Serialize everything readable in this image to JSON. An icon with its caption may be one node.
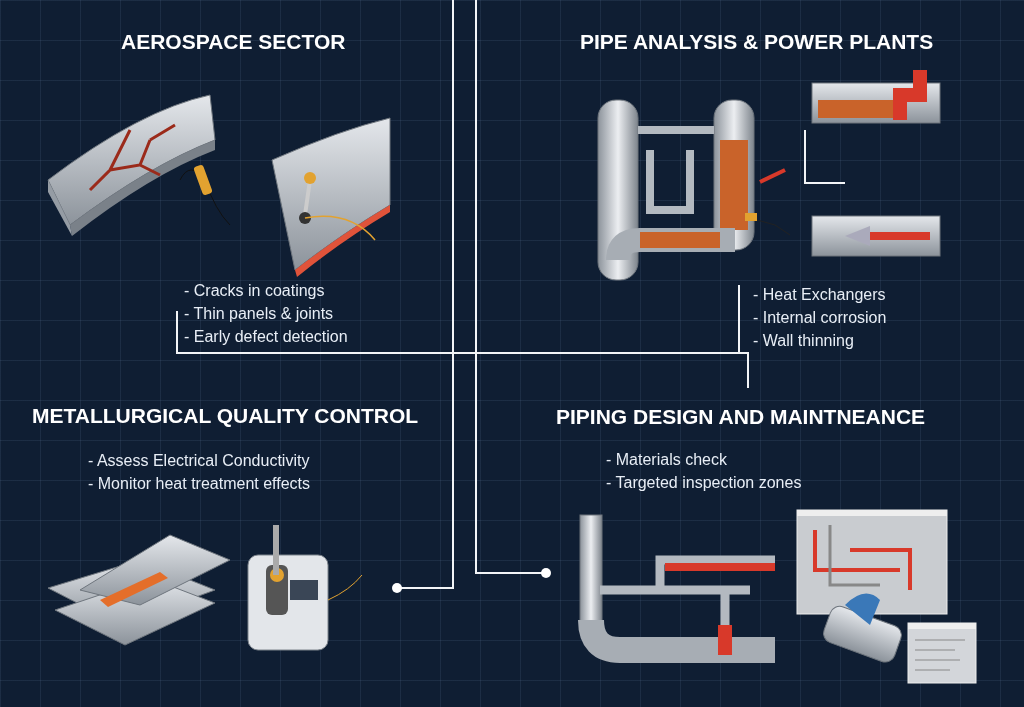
{
  "diagram": {
    "labels": [
      "AEROSPACE SECTOR",
      "PIPE ANALYSIS & POWER PLANTS",
      "- Cracks in coatings",
      "- Thin panels & joints",
      "- Early defect detection",
      "- Heat Exchangers",
      "- Internal corrosion",
      "- Wall thinning",
      "METALLURGICAL QUALITY CONTROL",
      "PIPING DESIGN AND MAINTNEANCE",
      "- Assess Electrical Conductivity",
      "- Monitor heat treatment effects",
      "- Materials check",
      "- Targeted inspection zones"
    ]
  }
}
